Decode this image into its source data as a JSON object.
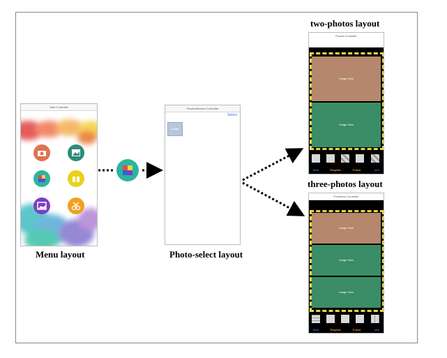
{
  "menu": {
    "title": "View Controller",
    "caption": "Menu layout",
    "icons": [
      {
        "name": "camera-icon",
        "color": "#e0734f"
      },
      {
        "name": "gallery-icon",
        "color": "#2e8b7a"
      },
      {
        "name": "puzzle-icon",
        "color": "#2bb5a0"
      },
      {
        "name": "gift-icon",
        "color": "#e8d21c"
      },
      {
        "name": "landscape-icon",
        "color": "#7a3fc2"
      },
      {
        "name": "scissors-icon",
        "color": "#f0a020"
      }
    ]
  },
  "middle_icon": {
    "name": "puzzle-icon",
    "color": "#2bb5a0"
  },
  "photo_select": {
    "title": "PuzzlesSection Controller",
    "select_label": "Select",
    "thumb_label": "Image",
    "caption": "Photo-select layout"
  },
  "two_photos": {
    "heading": "two-photos layout",
    "title": "Puzzle Controller",
    "image_views": [
      "Image View",
      "Image View"
    ],
    "image_colors": [
      "#b5876c",
      "#3a8d66"
    ],
    "bottom_labels": [
      "back",
      "Template",
      "Frame",
      "save"
    ],
    "bottom_label_colors": [
      "#2c7be5",
      "#e58a2c",
      "#e58a2c",
      "#2c7be5"
    ]
  },
  "three_photos": {
    "heading": "three-photos layout",
    "title": "Puzzlexxx Controller",
    "image_views": [
      "Image View",
      "Image View",
      "Image View"
    ],
    "image_colors": [
      "#b5876c",
      "#3a8d66",
      "#3a8d66"
    ],
    "bottom_labels": [
      "back",
      "Template",
      "Frame",
      "save"
    ],
    "bottom_label_colors": [
      "#2c7be5",
      "#e58a2c",
      "#e58a2c",
      "#2c7be5"
    ]
  }
}
